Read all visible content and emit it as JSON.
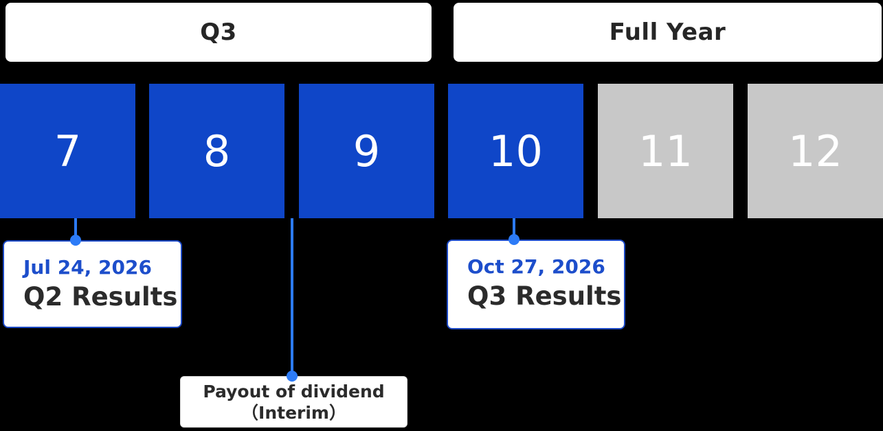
{
  "colors": {
    "background": "#000000",
    "header_bg": "#FFFFFF",
    "header_text": "#262626",
    "month_active": "#0F46C8",
    "month_inactive": "#C8C8C8",
    "month_number": "#FFFFFF",
    "connector": "#2C7BF7",
    "callout_border": "#1C49C5",
    "date_text": "#1D4ECB",
    "title_text": "#2B2B2B"
  },
  "periods": [
    {
      "label": "Q3"
    },
    {
      "label": "Full Year"
    }
  ],
  "months": [
    {
      "label": "7",
      "state": "active"
    },
    {
      "label": "8",
      "state": "active"
    },
    {
      "label": "9",
      "state": "active"
    },
    {
      "label": "10",
      "state": "active"
    },
    {
      "label": "11",
      "state": "inactive"
    },
    {
      "label": "12",
      "state": "inactive"
    }
  ],
  "events": [
    {
      "date": "Jul 24, 2026",
      "title": "Q2 Results",
      "attached_to_month": "7"
    },
    {
      "date": "Oct 27, 2026",
      "title": "Q3 Results",
      "attached_to_month": "10"
    },
    {
      "title": "Payout of dividend",
      "subtitle": "（Interim）",
      "attached_between_months": "8-9"
    }
  ]
}
